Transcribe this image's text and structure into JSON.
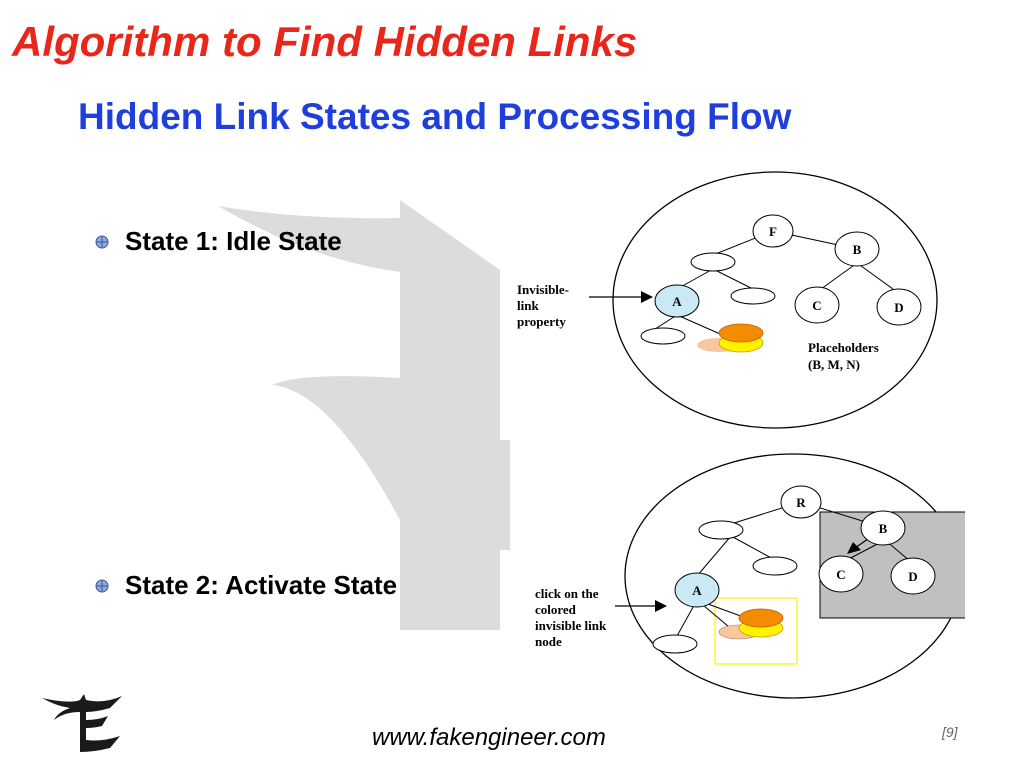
{
  "slide": {
    "title": "Algorithm to Find Hidden Links",
    "subtitle": "Hidden Link States and Processing Flow",
    "footer_url": "www.fakengineer.com",
    "page_number": "[9]"
  },
  "bullets": [
    {
      "label": "State 1: Idle State"
    },
    {
      "label": "State 2: Activate State"
    }
  ],
  "diagram_idle": {
    "nodes": {
      "root": "F",
      "b": "B",
      "a": "A",
      "c": "C",
      "d": "D"
    },
    "annotation_left": [
      "Invisible-",
      "link",
      "property"
    ],
    "annotation_right": [
      "Placeholders",
      "(B, M, N)"
    ]
  },
  "diagram_active": {
    "nodes": {
      "root": "R",
      "b": "B",
      "a": "A",
      "c": "C",
      "d": "D"
    },
    "annotation_left": [
      "click on the",
      "colored",
      "invisible link",
      "node"
    ]
  },
  "colors": {
    "title": "#e8261a",
    "subtitle": "#1f3fdc",
    "highlight_node": "#c9e9f5",
    "orange_disk": "#f58b00",
    "yellow_disk": "#fff200",
    "peach_disk": "#f7c8a0",
    "gray_panel": "#c0c0c0"
  }
}
